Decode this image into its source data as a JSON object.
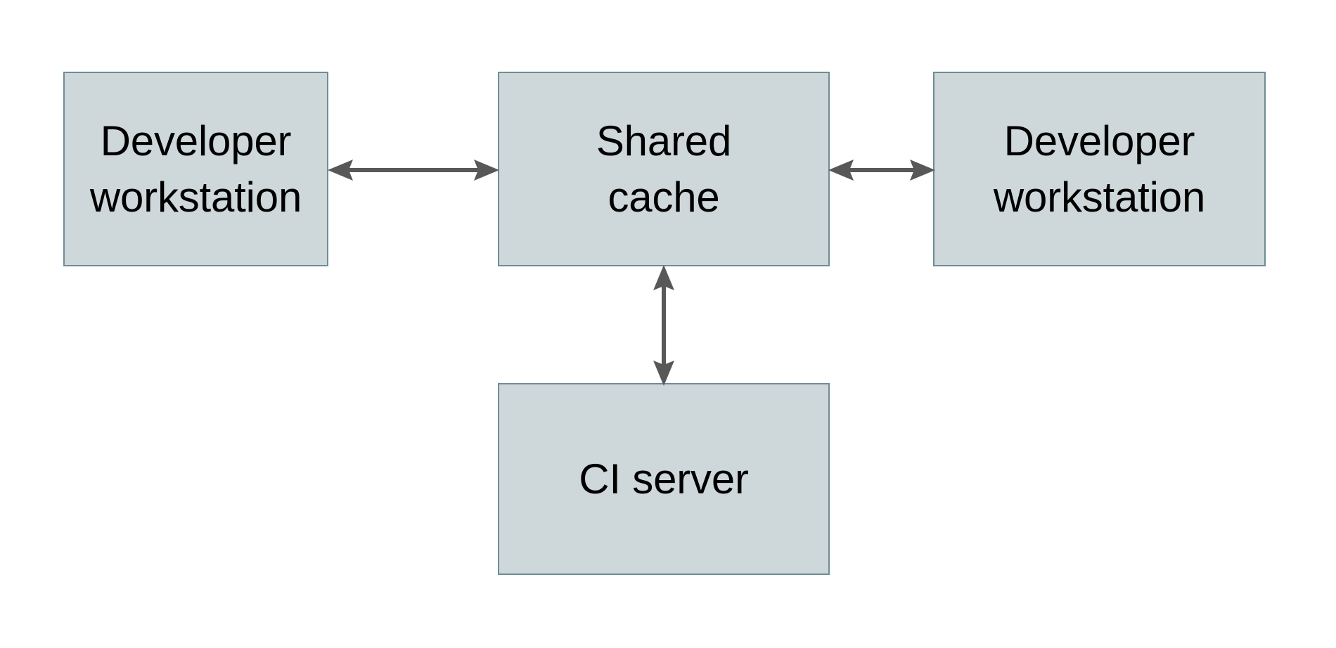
{
  "diagram": {
    "type": "block-diagram",
    "title": "",
    "background_color": "#ffffff",
    "node_fill_color": "#ced7da",
    "node_border_color": "#6e8d97",
    "arrow_color": "#585858",
    "nodes": [
      {
        "id": "dev-left",
        "label": "Developer\nworkstation",
        "shape": "rectangle"
      },
      {
        "id": "cache",
        "label": "Shared\ncache",
        "shape": "rectangle"
      },
      {
        "id": "dev-right",
        "label": "Developer\nworkstation",
        "shape": "rectangle"
      },
      {
        "id": "ci",
        "label": "CI server",
        "shape": "rectangle"
      }
    ],
    "edges": [
      {
        "id": "edge-left-cache",
        "from": "dev-left",
        "to": "cache",
        "style": "double-arrow",
        "orientation": "horizontal",
        "label": ""
      },
      {
        "id": "edge-cache-right",
        "from": "cache",
        "to": "dev-right",
        "style": "double-arrow",
        "orientation": "horizontal",
        "label": ""
      },
      {
        "id": "edge-cache-ci",
        "from": "cache",
        "to": "ci",
        "style": "double-arrow",
        "orientation": "vertical",
        "label": ""
      }
    ]
  }
}
